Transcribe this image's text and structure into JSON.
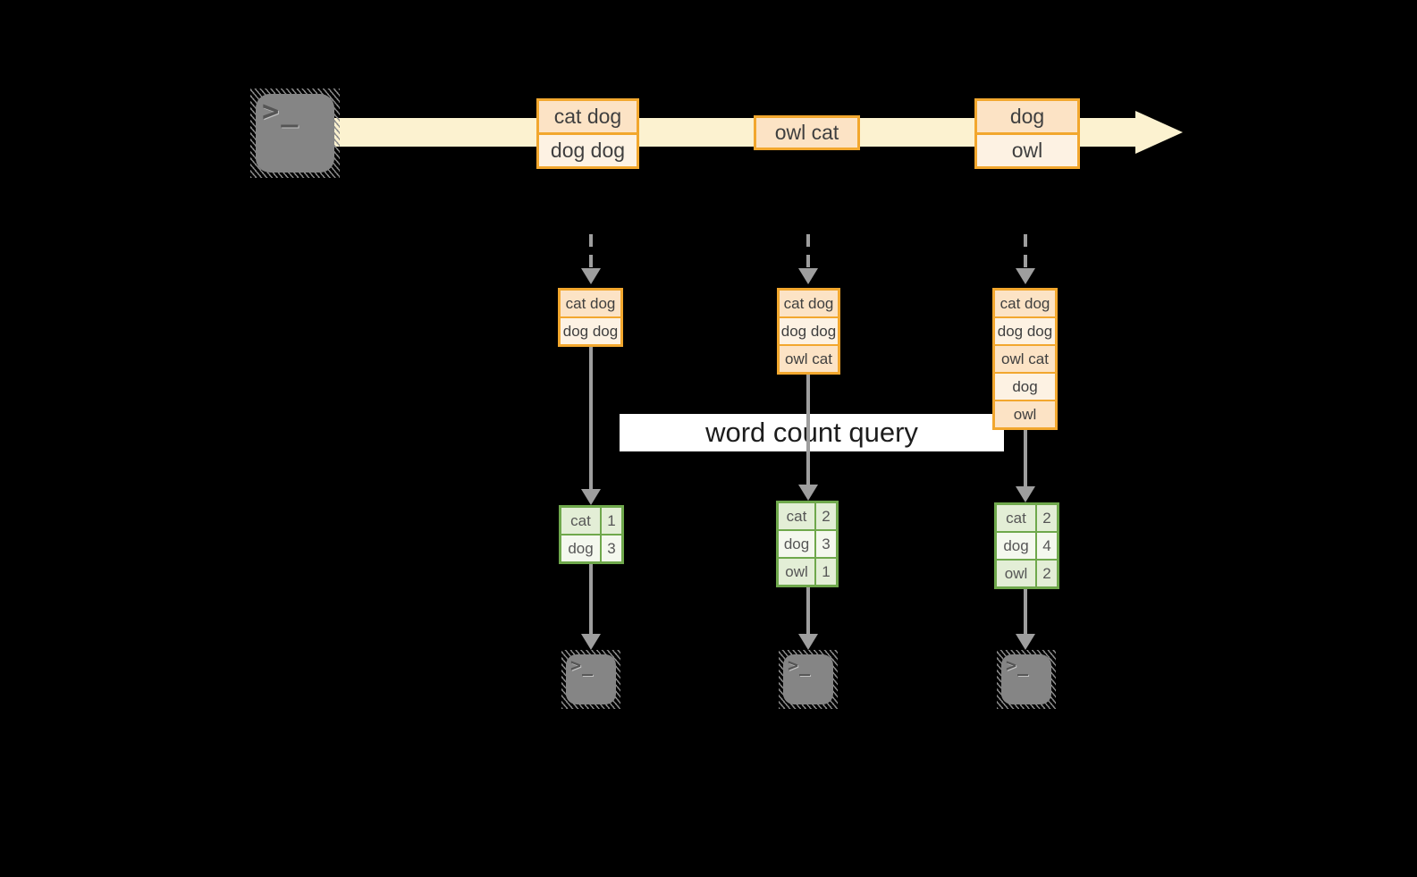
{
  "palette": {
    "background": "#000000",
    "stream_arrow": "#FCF2D0",
    "batch_border": "#F2A72E",
    "cell_peach": "#FCE3C5",
    "cell_cream": "#FDF2E3",
    "result_border": "#6FA84C",
    "result_cell_green": "#E3EED6",
    "result_cell_white": "#F4F8EE",
    "arrow_gray": "#9E9E9E",
    "terminal_gray": "#858585",
    "query_band_bg": "#FFFFFF"
  },
  "icons": {
    "terminal_prompt": ">_"
  },
  "stream": {
    "batches": [
      {
        "rows": [
          "cat dog",
          "dog dog"
        ]
      },
      {
        "rows": [
          "owl cat"
        ]
      },
      {
        "rows": [
          "dog",
          "owl"
        ]
      }
    ]
  },
  "query": {
    "label": "word count query"
  },
  "micro_batches": [
    {
      "input_rows": [
        "cat dog",
        "dog dog"
      ],
      "counts": [
        {
          "word": "cat",
          "count": "1"
        },
        {
          "word": "dog",
          "count": "3"
        }
      ]
    },
    {
      "input_rows": [
        "cat dog",
        "dog dog",
        "owl cat"
      ],
      "counts": [
        {
          "word": "cat",
          "count": "2"
        },
        {
          "word": "dog",
          "count": "3"
        },
        {
          "word": "owl",
          "count": "1"
        }
      ]
    },
    {
      "input_rows": [
        "cat dog",
        "dog dog",
        "owl cat",
        "dog",
        "owl"
      ],
      "counts": [
        {
          "word": "cat",
          "count": "2"
        },
        {
          "word": "dog",
          "count": "4"
        },
        {
          "word": "owl",
          "count": "2"
        }
      ]
    }
  ]
}
